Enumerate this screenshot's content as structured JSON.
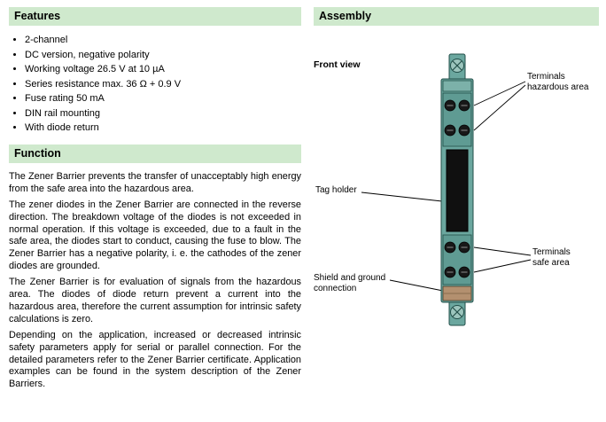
{
  "features": {
    "title": "Features",
    "items": [
      "2-channel",
      "DC version, negative polarity",
      "Working voltage 26.5 V at 10 µA",
      "Series resistance max. 36 Ω + 0.9 V",
      "Fuse rating 50 mA",
      "DIN rail mounting",
      "With diode return"
    ]
  },
  "function": {
    "title": "Function",
    "paragraphs": [
      "The Zener Barrier prevents the transfer of unacceptably high energy from the safe area into the hazardous area.",
      "The zener diodes in the Zener Barrier are connected in the reverse direction. The breakdown voltage of the diodes is not exceeded in normal operation. If this voltage is exceeded, due to a fault in the safe area, the diodes start to conduct, causing the fuse to blow. The Zener Barrier has a negative polarity, i. e. the cathodes of the zener diodes are grounded.",
      "The Zener Barrier is for evaluation of signals from the hazardous area. The diodes of diode return prevent a current into the hazardous area, therefore the current assumption for intrinsic safety calculations is zero.",
      "Depending on the application, increased or decreased intrinsic safety parameters apply for serial or parallel connection. For the detailed parameters refer to the Zener Barrier certificate. Application examples can be found in the system description of the Zener Barriers."
    ]
  },
  "assembly": {
    "title": "Assembly",
    "front_view_label": "Front view",
    "labels": {
      "terminals_hazardous": "Terminals\nhazardous area",
      "tag_holder": "Tag holder",
      "terminals_safe": "Terminals\nsafe area",
      "shield_ground": "Shield and ground\nconnection"
    }
  },
  "colors": {
    "section_header_bg": "#cfe9cd",
    "device_body": "#6ba79f",
    "device_outline": "#234f49",
    "tag_black": "#101010",
    "ground_tan": "#b3906f"
  }
}
